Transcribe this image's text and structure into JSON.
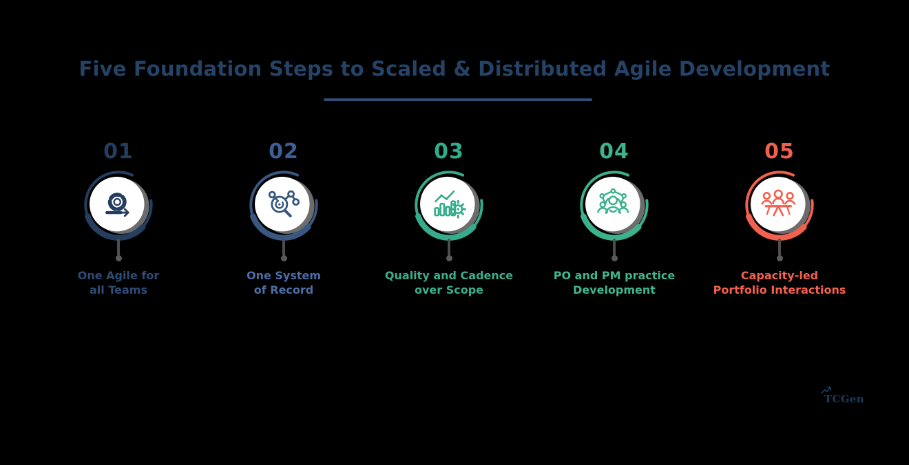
{
  "title": "Five Foundation Steps to Scaled & Distributed Agile Development",
  "title_color": "#254267",
  "underline_color": "#2E4E75",
  "background_color": "#000000",
  "stem_color": "#4E4E4E",
  "stem_dot_color": "#5A5A5A",
  "shadow_color": "#969696",
  "disc_color": "#ffffff",
  "steps": [
    {
      "number": "01",
      "icon": "agile-sprint-loop-icon",
      "label_line1": "One Agile for",
      "label_line2": "all Teams",
      "accent": "#253E60",
      "number_color": "#253E60",
      "label_color": "#2E4C74"
    },
    {
      "number": "02",
      "icon": "search-network-icon",
      "label_line1": "One System",
      "label_line2": "of Record",
      "accent": "#395780",
      "number_color": "#3E5F95",
      "label_color": "#4C6EA4"
    },
    {
      "number": "03",
      "icon": "chart-gear-icon",
      "label_line1": "Quality and Cadence",
      "label_line2": "over Scope",
      "accent": "#35AC8C",
      "number_color": "#2FAE8C",
      "label_color": "#3BAE8C"
    },
    {
      "number": "04",
      "icon": "team-practice-icon",
      "label_line1": "PO and PM practice",
      "label_line2": "Development",
      "accent": "#3CB18D",
      "number_color": "#3CB28E",
      "label_color": "#41B590"
    },
    {
      "number": "05",
      "icon": "meeting-table-icon",
      "label_line1": "Capacity-led",
      "label_line2": "Portfolio Interactions",
      "accent": "#F2604F",
      "number_color": "#F1604E",
      "label_color": "#F4614E"
    }
  ],
  "logo": {
    "text": "TCGen",
    "color": "#1D3A5F",
    "icon": "zigzag-arrow-icon"
  }
}
